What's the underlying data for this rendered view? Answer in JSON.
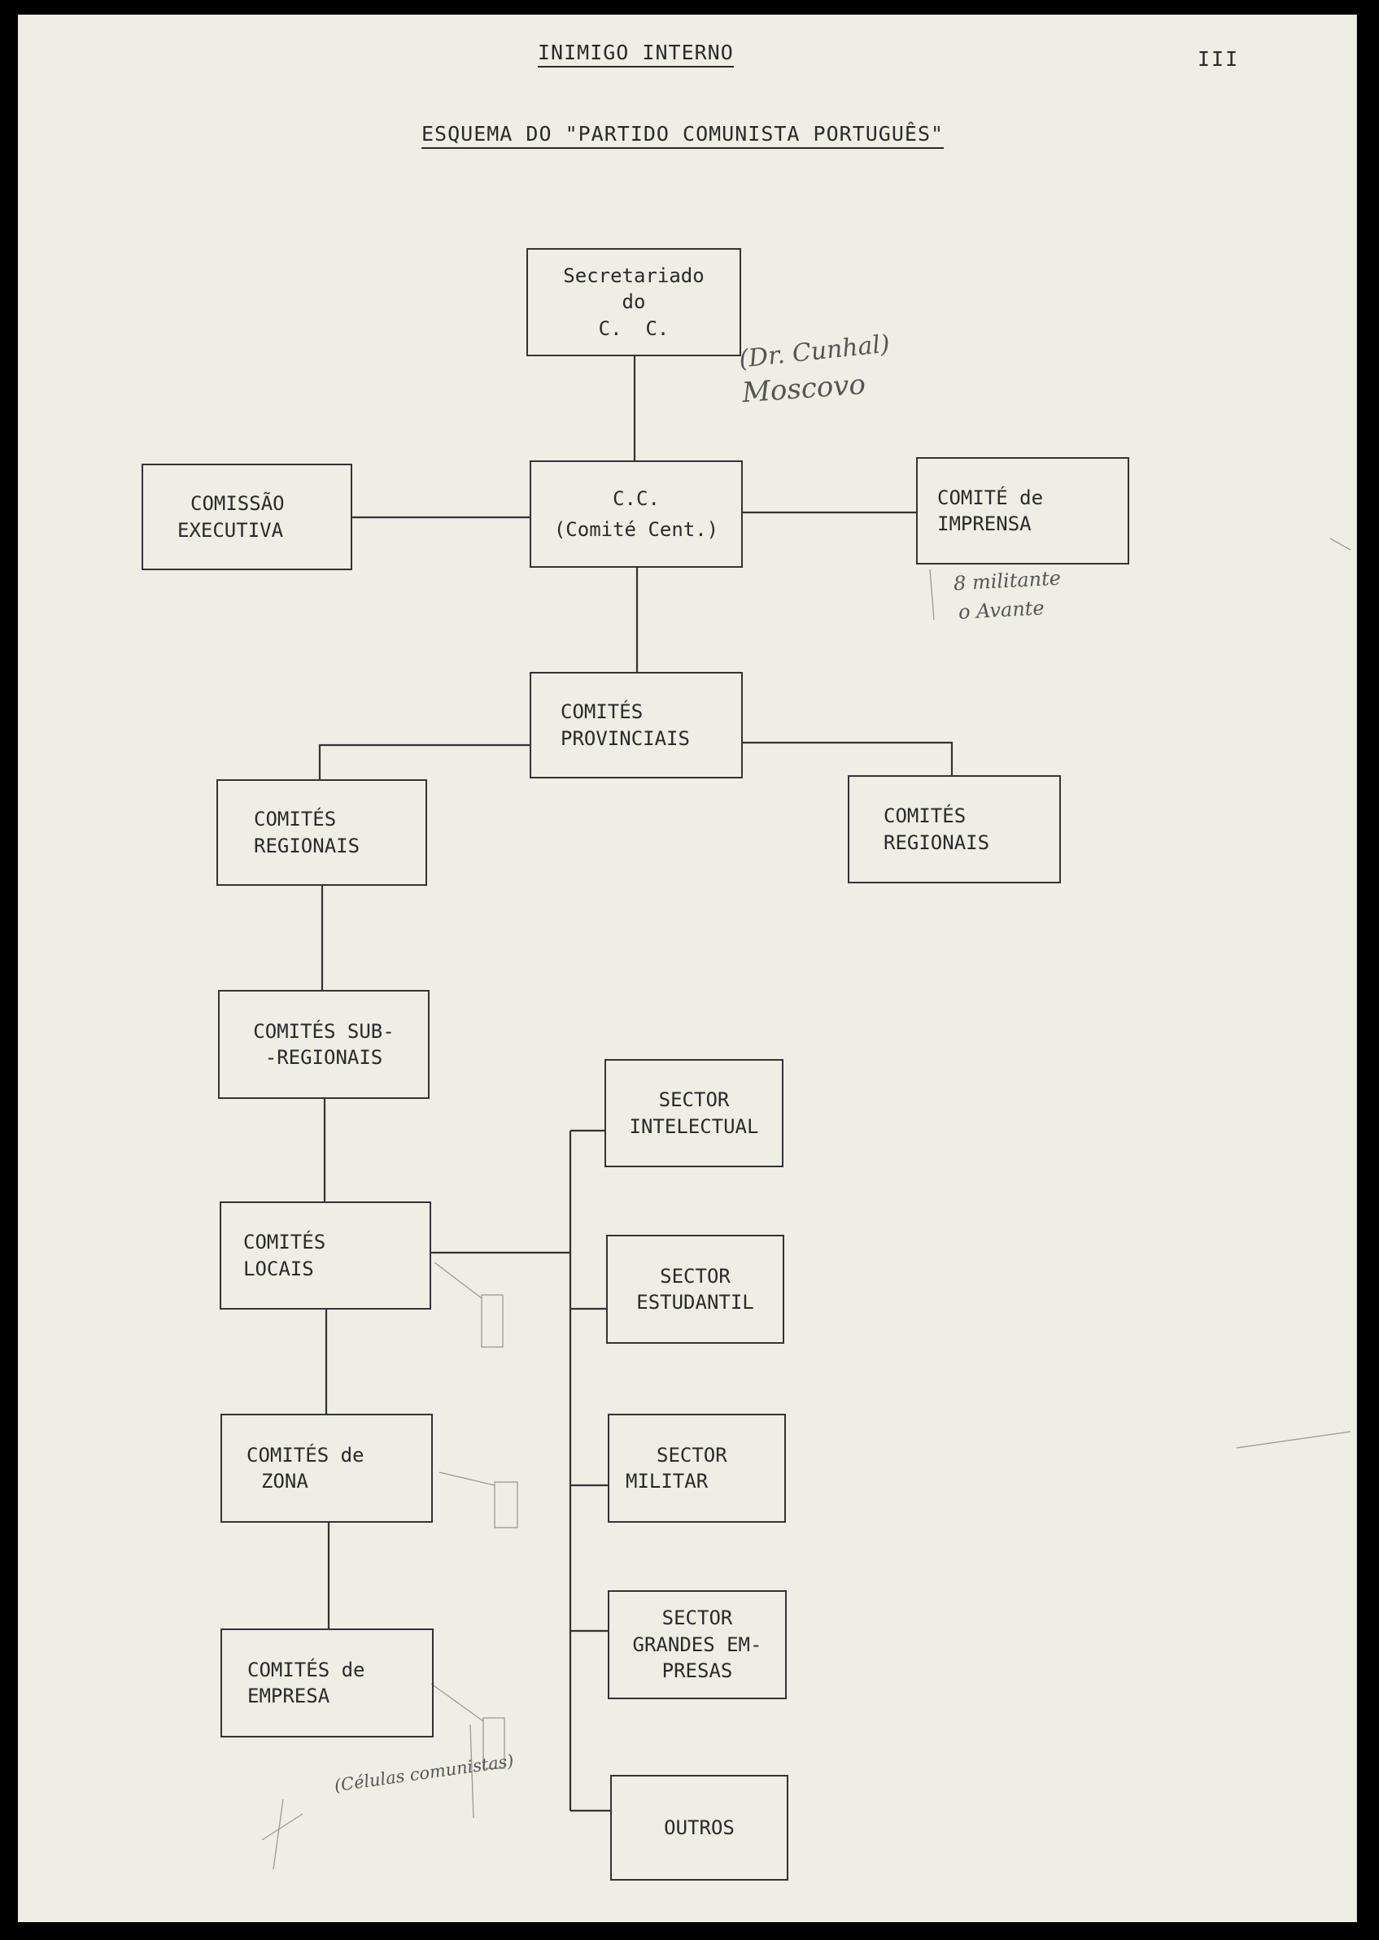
{
  "header": {
    "title": "INIMIGO INTERNO",
    "page_number": "III",
    "subtitle": "ESQUEMA DO \"PARTIDO COMUNISTA PORTUGUÊS\""
  },
  "boxes": {
    "secretariado": [
      "Secretariado",
      "do",
      "C.  C."
    ],
    "comissao_executiva": [
      "COMISSÃO",
      "EXECUTIVA"
    ],
    "cc": [
      "C.C.",
      "(Comité Cent.)"
    ],
    "comite_imprensa": [
      "COMITÉ de",
      "IMPRENSA"
    ],
    "comites_provinciais": [
      "COMITÉS",
      "PROVINCIAIS"
    ],
    "comites_regionais_left": [
      "COMITÉS",
      "REGIONAIS"
    ],
    "comites_regionais_right": [
      "COMITÉS",
      "REGIONAIS"
    ],
    "comites_subregionais": [
      "COMITÉS SUB-",
      "-REGIONAIS"
    ],
    "comites_locais": [
      "COMITÉS",
      "LOCAIS"
    ],
    "comites_zona": [
      "COMITÉS de",
      "ZONA"
    ],
    "comites_empresa": [
      "COMITÉS de",
      "EMPRESA"
    ],
    "sector_intelectual": [
      "SECTOR",
      "INTELECTUAL"
    ],
    "sector_estudantil": [
      "SECTOR",
      "ESTUDANTIL"
    ],
    "sector_militar": [
      "SECTOR",
      "MILITAR"
    ],
    "sector_grandes_empresas": [
      "SECTOR",
      "GRANDES EM-",
      "PRESAS"
    ],
    "outros": [
      "OUTROS"
    ]
  },
  "handwritten": {
    "note_secretariado_1": "(Dr. Cunhal)",
    "note_secretariado_2": "Moscovo",
    "note_imprensa_1": "8 militante",
    "note_imprensa_2": "o Avante",
    "note_empresa": "(Células comunistas)"
  }
}
